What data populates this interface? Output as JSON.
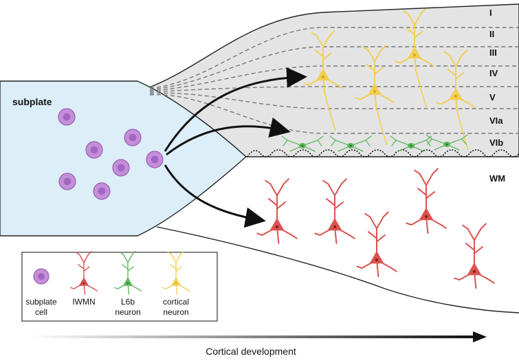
{
  "diagram": {
    "subplate_label": "subplate",
    "layers": [
      "I",
      "II",
      "III",
      "IV",
      "V",
      "VIa",
      "VIb"
    ],
    "white_matter_label": "WM",
    "legend": [
      {
        "line1": "subplate",
        "line2": "cell"
      },
      {
        "line1": "IWMN",
        "line2": ""
      },
      {
        "line1": "L6b",
        "line2": "neuron"
      },
      {
        "line1": "cortical",
        "line2": "neuron"
      }
    ],
    "axis_label": "Cortical development",
    "colors": {
      "subplate_fill": "#dceef8",
      "cortex_fill": "#e4e4e4",
      "subplate_cell": "#c48fd8",
      "iwmn": "#d9534f",
      "l6b": "#5fb85f",
      "cortical_neuron": "#f2cf52"
    }
  }
}
